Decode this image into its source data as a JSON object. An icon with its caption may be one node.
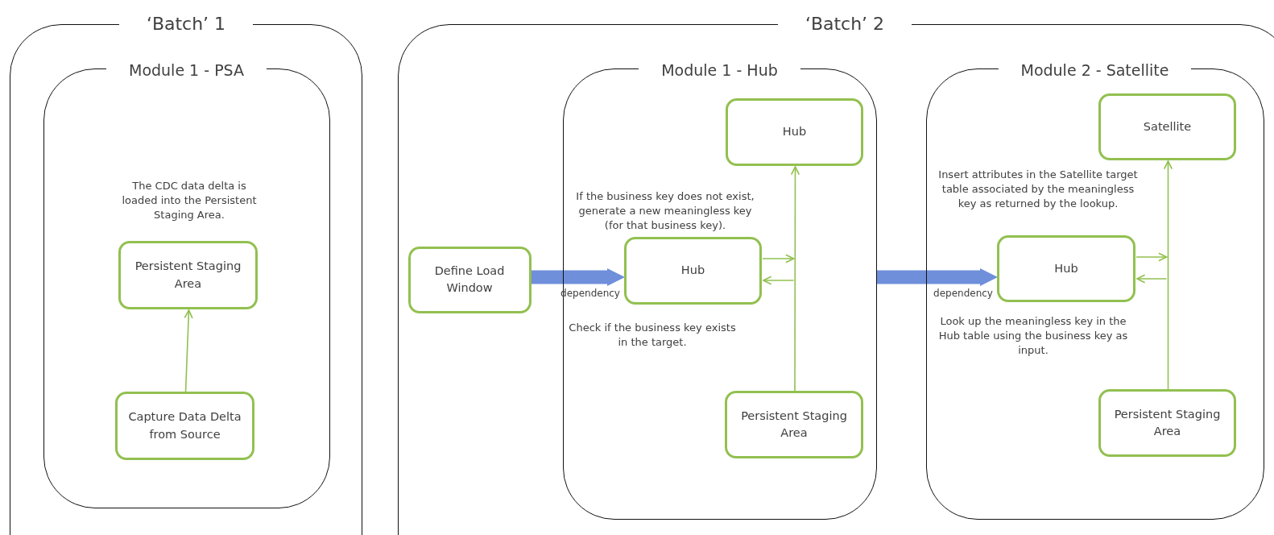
{
  "diagram": {
    "nodes": [
      {
        "text": [
          "‘Batch’ 1"
        ]
      },
      {
        "text": [
          "Module 1 - PSA"
        ],
        "in": 0
      },
      {
        "text": [
          "Persistent Staging Area"
        ],
        "in": 1
      },
      {
        "text": [
          "Capture Data Delta from Source"
        ],
        "in": 1
      },
      {
        "text": [
          "‘Batch’ 2"
        ]
      },
      {
        "text": [
          "Define Load Window"
        ],
        "in": 4
      },
      {
        "text": [
          "Module 1 - Hub"
        ],
        "in": 4
      },
      {
        "text": [
          "Hub"
        ],
        "in": 6
      },
      {
        "text": [
          "Hub"
        ],
        "in": 6
      },
      {
        "text": [
          "Persistent Staging Area"
        ],
        "in": 6
      },
      {
        "text": [
          "Module 2 - Satellite"
        ],
        "in": 4
      },
      {
        "text": [
          "Satellite"
        ],
        "in": 10
      },
      {
        "text": [
          "Hub"
        ],
        "in": 10
      },
      {
        "text": [
          "Persistent Staging Area"
        ],
        "in": 10
      }
    ],
    "edges": [
      {
        "from": 3,
        "to": 2,
        "arrow": "to"
      },
      {
        "from": 5,
        "to": 8,
        "arrow": "to",
        "label": "dependency",
        "style": "thick",
        "color": "#6f8fdb"
      },
      {
        "from": 9,
        "to": 7,
        "arrow": "to"
      },
      {
        "from": 8,
        "to": null,
        "arrow": "to"
      },
      {
        "from": null,
        "to": 8,
        "arrow": "to"
      },
      {
        "from": 6,
        "to": 12,
        "arrow": "to",
        "label": "dependency",
        "style": "thick",
        "color": "#6f8fdb"
      },
      {
        "from": 13,
        "to": 11,
        "arrow": "to"
      },
      {
        "from": 12,
        "to": null,
        "arrow": "to"
      },
      {
        "from": null,
        "to": 12,
        "arrow": "to"
      }
    ],
    "labels": [
      "The CDC data delta is loaded into the Persistent Staging Area.",
      "If the business key does not exist, generate a new meaningless key (for that business key).",
      "Check if the business key exists in the target.",
      "Insert attributes in the Satellite target table associated by the meaningless key as returned by the lookup.",
      "Look up the meaningless key in the Hub table using the business key as input."
    ]
  }
}
